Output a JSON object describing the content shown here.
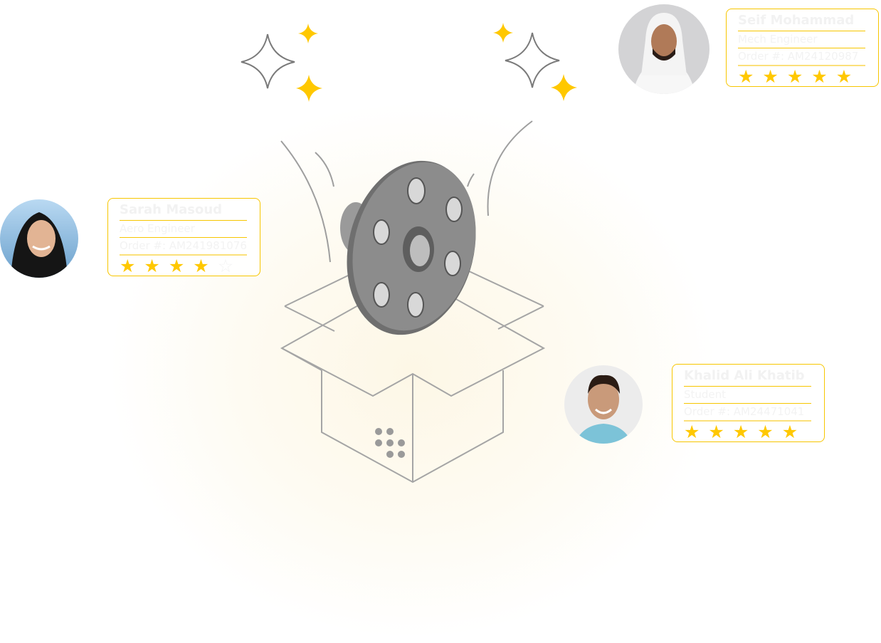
{
  "reviews": [
    {
      "name": "Seif Mohammad",
      "role": "Mech Engineer",
      "order": "Order #: AM24120987",
      "rating": 5
    },
    {
      "name": "Sarah Masoud",
      "role": "Aero Engineer",
      "order": "Order #: AM241981076",
      "rating": 4
    },
    {
      "name": "Khalid Ali Khatib",
      "role": "Student",
      "order": "Order #: AM24471041",
      "rating": 5
    }
  ],
  "colors": {
    "accent": "#ffc800",
    "line": "#9e9e9e"
  }
}
